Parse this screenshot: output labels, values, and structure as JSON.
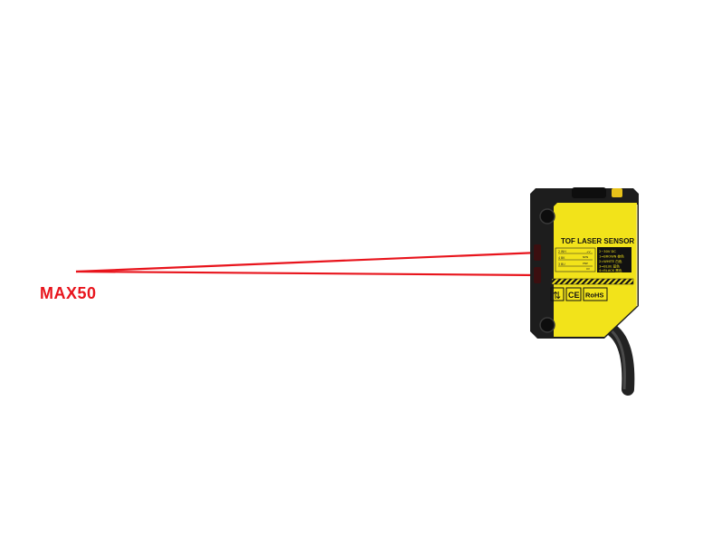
{
  "range_label": "MAX50",
  "sensor": {
    "title": "TOF LASER SENSOR",
    "spec_lines": [
      "2~30V DC",
      "1=BROWN 棕色",
      "2=WHITE 白色",
      "3=BLUE 蓝色",
      "4=BLACK 黑色"
    ],
    "wiring_labels": [
      "2 WH",
      "4 BK",
      "3 BU"
    ],
    "wiring_right": [
      "+V",
      "NPN",
      "PNP",
      "0V"
    ],
    "cert_marks": [
      "CE",
      "RoHS"
    ],
    "up_arrows_glyph": "⇅"
  },
  "colors": {
    "laser": "#e8141c",
    "label": "#e8141c",
    "housing": "#f2e31a",
    "housing_shade": "#c9b90f",
    "body_black": "#1d1d1d",
    "cable": "#222222"
  }
}
